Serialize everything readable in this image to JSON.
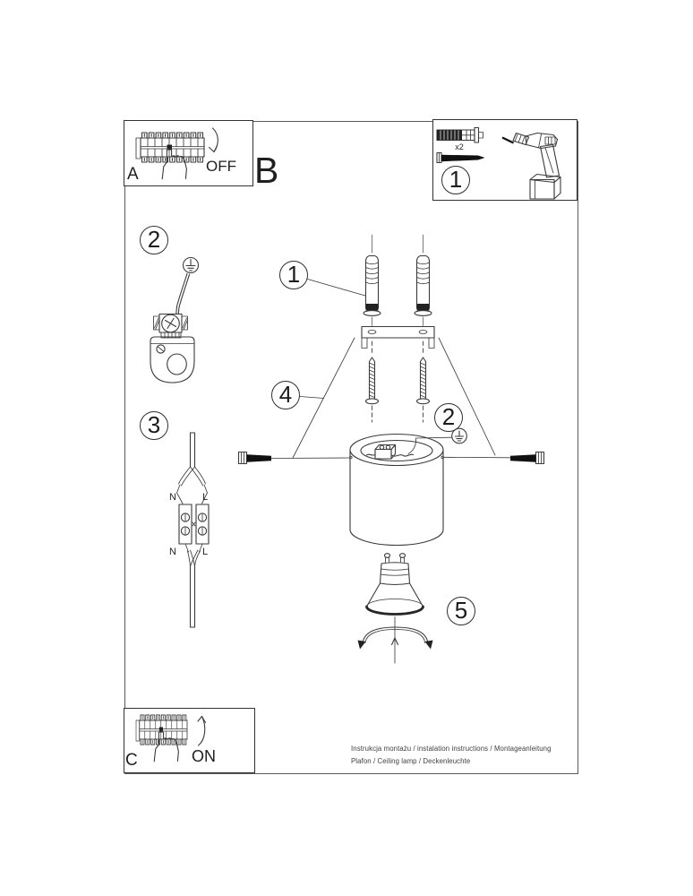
{
  "colors": {
    "ink": "#3a3a3a",
    "text": "#1f1f1f",
    "fill_dark": "#222222",
    "background": "#ffffff"
  },
  "breaker_off_panel": {
    "label": "A",
    "state_label": "OFF"
  },
  "section_letter": "B",
  "tools_box": {
    "step": "1",
    "anchor_qty": "x2"
  },
  "ground_step": {
    "step": "2"
  },
  "wiring_step": {
    "step": "3",
    "neutral_top": "N",
    "live_top": "L",
    "neutral_bottom": "N",
    "live_bottom": "L"
  },
  "assembly_steps": {
    "anchors": "1",
    "bracket": "4",
    "ground": "2",
    "bulb": "5"
  },
  "breaker_on_panel": {
    "label": "C",
    "state_label": "ON"
  },
  "footer": {
    "line1": "Instrukcja montażu / instalation instructions / Montageanleitung",
    "line2": "Plafon / Ceiling lamp / Deckenleuchte"
  }
}
